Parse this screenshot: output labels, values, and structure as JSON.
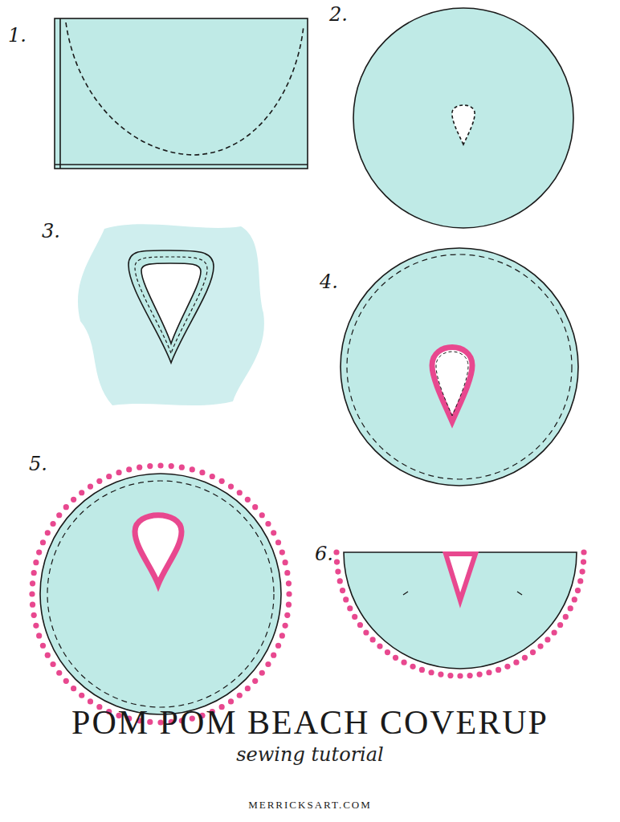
{
  "diagram": {
    "title": "POM POM BEACH COVERUP",
    "caption": "sewing tutorial",
    "labels": [
      "1.",
      "2.",
      "3.",
      "4.",
      "5.",
      "6.",
      "MERRICKSART.COM"
    ]
  }
}
